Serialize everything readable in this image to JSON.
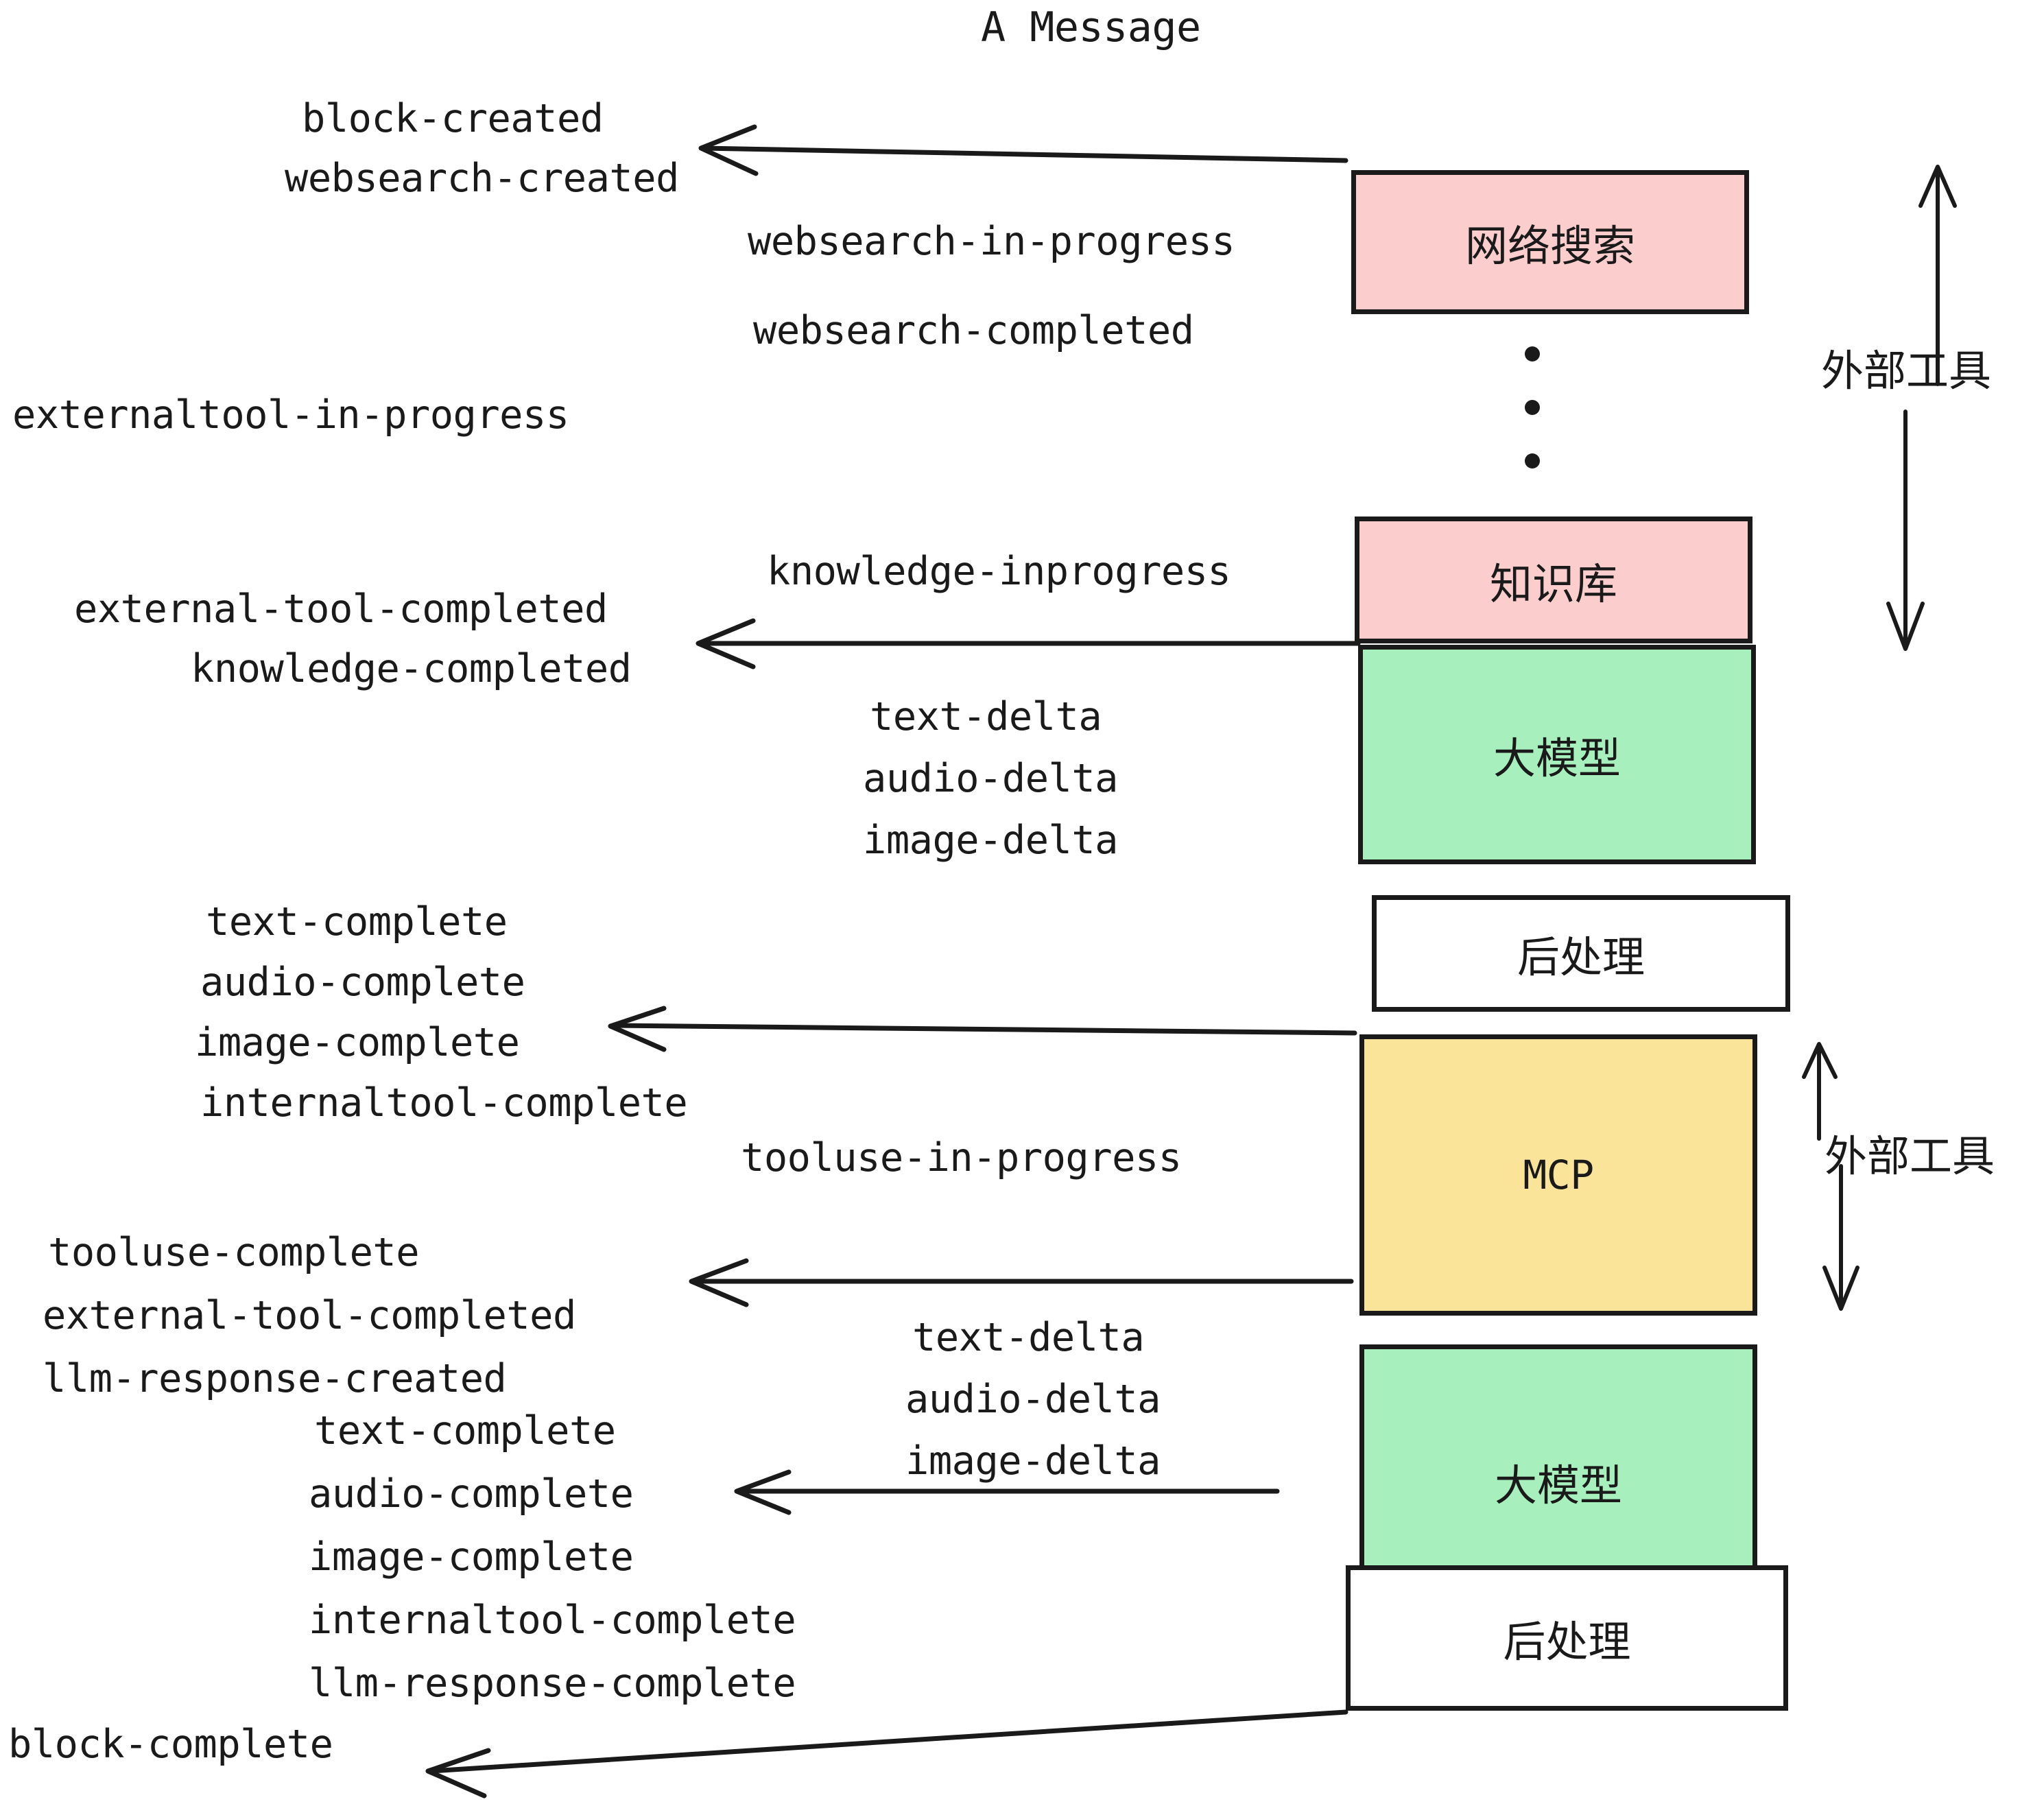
{
  "title": "A Message",
  "events": {
    "group_top": [
      "block-created",
      "websearch-created"
    ],
    "websearch_mid": [
      "websearch-in-progress",
      "websearch-completed"
    ],
    "externaltool_in_progress": "externaltool-in-progress",
    "knowledge_mid": "knowledge-inprogress",
    "group_knowledge_done": [
      "external-tool-completed",
      "knowledge-completed"
    ],
    "deltas_1": [
      "text-delta",
      "audio-delta",
      "image-delta"
    ],
    "group_completes_1": [
      "text-complete",
      "audio-complete",
      "image-complete",
      "internaltool-complete"
    ],
    "tooluse_in_progress": "tooluse-in-progress",
    "group_tooluse_done": [
      "tooluse-complete",
      "external-tool-completed",
      "llm-response-created"
    ],
    "group_completes_2": [
      "text-complete",
      "audio-complete",
      "image-complete",
      "internaltool-complete",
      "llm-response-complete"
    ],
    "deltas_2": [
      "text-delta",
      "audio-delta",
      "image-delta"
    ],
    "block_complete": "block-complete"
  },
  "nodes": [
    {
      "id": "websearch",
      "label": "网络搜索",
      "color": "#fbcdcd"
    },
    {
      "id": "knowledge",
      "label": "知识库",
      "color": "#fbcdcd"
    },
    {
      "id": "llm1",
      "label": "大模型",
      "color": "#a8efbe"
    },
    {
      "id": "post1",
      "label": "后处理",
      "color": "#ffffff"
    },
    {
      "id": "mcp",
      "label": "MCP",
      "color": "#fae49a"
    },
    {
      "id": "llm2",
      "label": "大模型",
      "color": "#a8efbe"
    },
    {
      "id": "post2",
      "label": "后处理",
      "color": "#ffffff"
    }
  ],
  "annotations": {
    "external_tool_top": "外部工具",
    "external_tool_bottom": "外部工具"
  },
  "colors": {
    "pink": "#fbcdcd",
    "green": "#a8efbe",
    "yellow": "#fae49a",
    "white": "#ffffff",
    "stroke": "#1a1a1a"
  }
}
